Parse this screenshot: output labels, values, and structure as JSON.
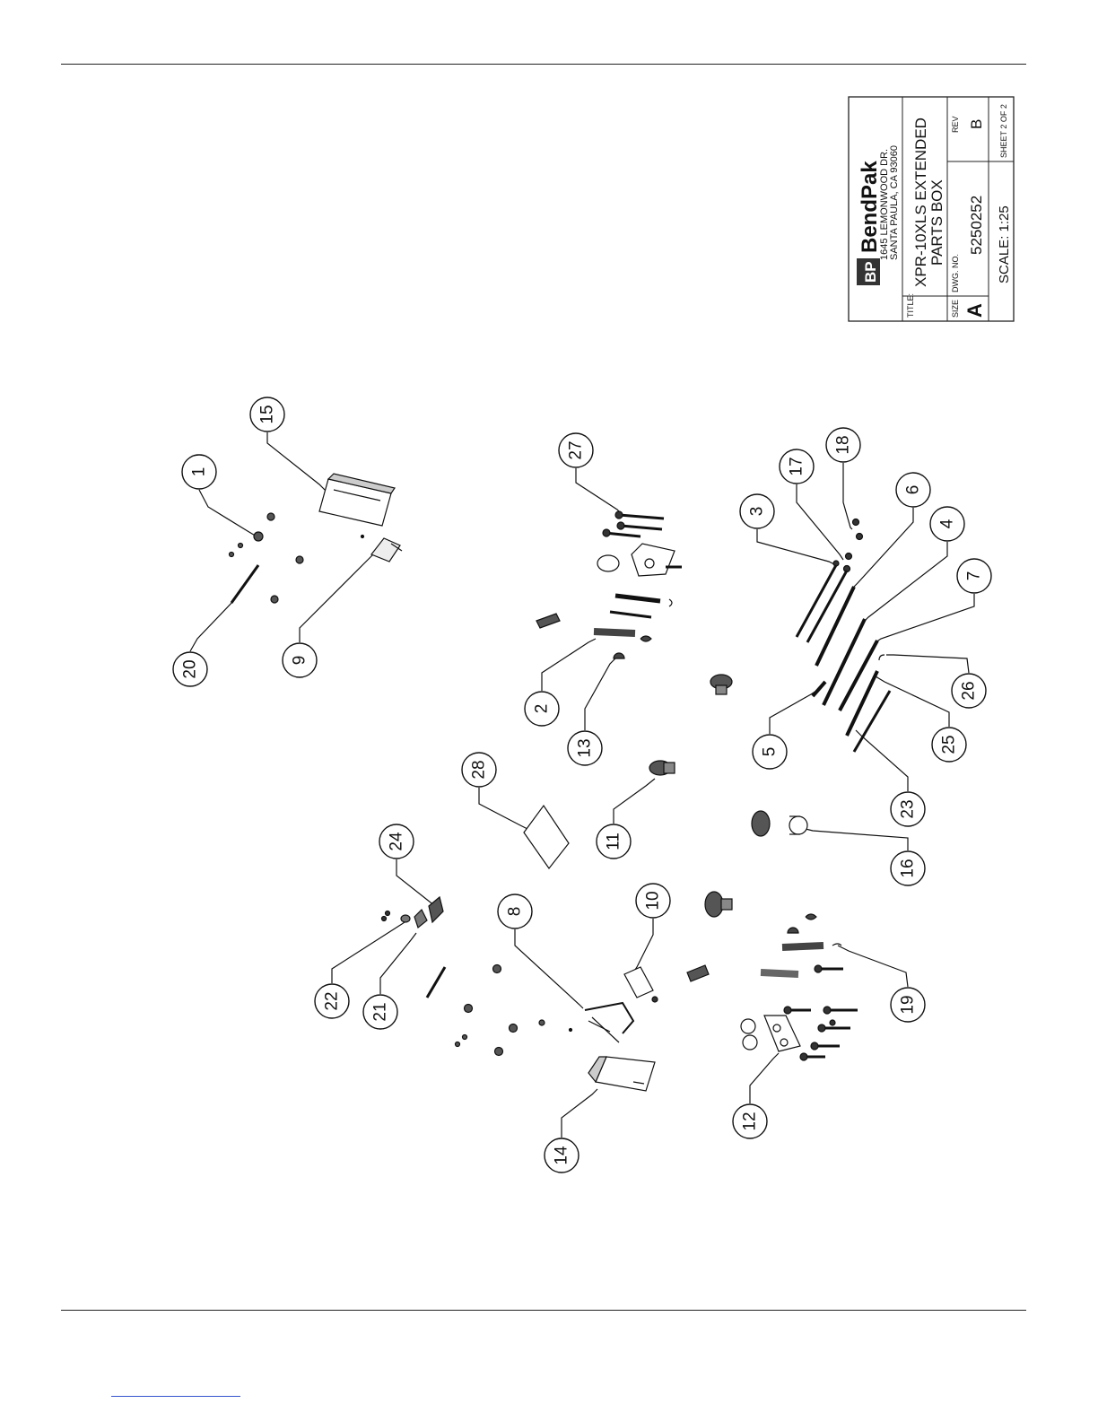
{
  "title_block": {
    "brand": "BendPak",
    "brand_mark": "BP",
    "address_line1": "1645 LEMONWOOD DR.",
    "address_line2": "SANTA PAULA, CA 93060",
    "title_label": "TITLE:",
    "title_line1": "XPR-10XLS EXTENDED",
    "title_line2": "PARTS BOX",
    "size_label": "SIZE",
    "size_value": "A",
    "dwg_label": "DWG. NO.",
    "dwg_value": "5250252",
    "rev_label": "REV",
    "rev_value": "B",
    "scale": "SCALE: 1:25",
    "sheet": "SHEET 2 OF 2"
  },
  "balloons": [
    {
      "id": "b1",
      "label": "1"
    },
    {
      "id": "b15",
      "label": "15"
    },
    {
      "id": "b20",
      "label": "20"
    },
    {
      "id": "b9",
      "label": "9"
    },
    {
      "id": "b27",
      "label": "27"
    },
    {
      "id": "b2",
      "label": "2"
    },
    {
      "id": "b13",
      "label": "13"
    },
    {
      "id": "b28",
      "label": "28"
    },
    {
      "id": "b11",
      "label": "11"
    },
    {
      "id": "b18",
      "label": "18"
    },
    {
      "id": "b17",
      "label": "17"
    },
    {
      "id": "b3",
      "label": "3"
    },
    {
      "id": "b6",
      "label": "6"
    },
    {
      "id": "b4",
      "label": "4"
    },
    {
      "id": "b7",
      "label": "7"
    },
    {
      "id": "b26",
      "label": "26"
    },
    {
      "id": "b25",
      "label": "25"
    },
    {
      "id": "b5",
      "label": "5"
    },
    {
      "id": "b23",
      "label": "23"
    },
    {
      "id": "b16",
      "label": "16"
    },
    {
      "id": "b24",
      "label": "24"
    },
    {
      "id": "b22",
      "label": "22"
    },
    {
      "id": "b21",
      "label": "21"
    },
    {
      "id": "b8",
      "label": "8"
    },
    {
      "id": "b10",
      "label": "10"
    },
    {
      "id": "b19",
      "label": "19"
    },
    {
      "id": "b12",
      "label": "12"
    },
    {
      "id": "b14",
      "label": "14"
    }
  ]
}
